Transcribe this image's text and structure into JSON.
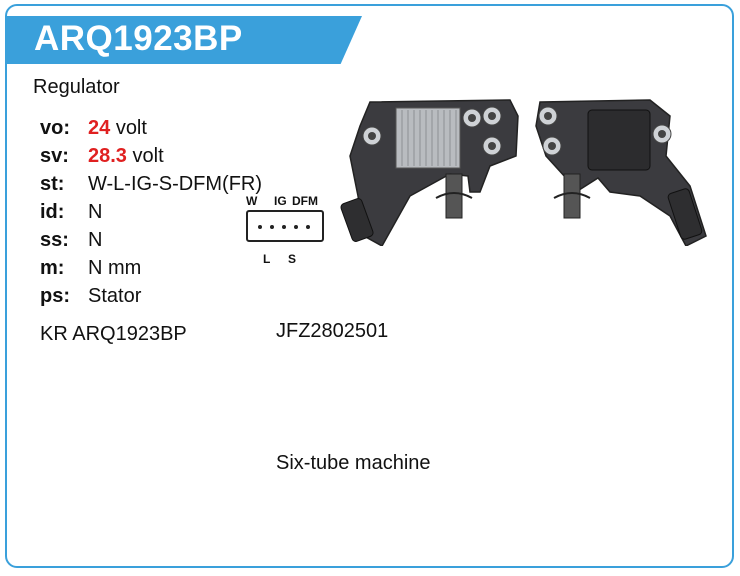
{
  "header": {
    "part_number": "ARQ1923BP"
  },
  "product_type": "Regulator",
  "specs": [
    {
      "key": "vo:",
      "value": "24",
      "unit": "volt",
      "highlight": true
    },
    {
      "key": "sv:",
      "value": "28.3",
      "unit": "volt",
      "highlight": true
    },
    {
      "key": "st:",
      "value": "W-L-IG-S-DFM(FR)",
      "unit": "",
      "highlight": false
    },
    {
      "key": "id:",
      "value": "N",
      "unit": "",
      "highlight": false
    },
    {
      "key": "ss:",
      "value": "N",
      "unit": "",
      "highlight": false
    },
    {
      "key": "m:",
      "value": "N mm",
      "unit": "",
      "highlight": false
    },
    {
      "key": "ps:",
      "value": "Stator",
      "unit": "",
      "highlight": false
    }
  ],
  "cross_refs": {
    "kr_ref": "KR ARQ1923BP",
    "oem_ref": "JFZ2802501"
  },
  "note": "Six-tube machine",
  "connector": {
    "top_labels": [
      "W",
      "IG",
      "DFM"
    ],
    "bottom_labels": [
      "L",
      "S"
    ]
  },
  "colors": {
    "accent": "#3aa0db",
    "highlight": "#e02020"
  },
  "icons": [
    "connector-diagram-icon",
    "regulator-photo"
  ]
}
